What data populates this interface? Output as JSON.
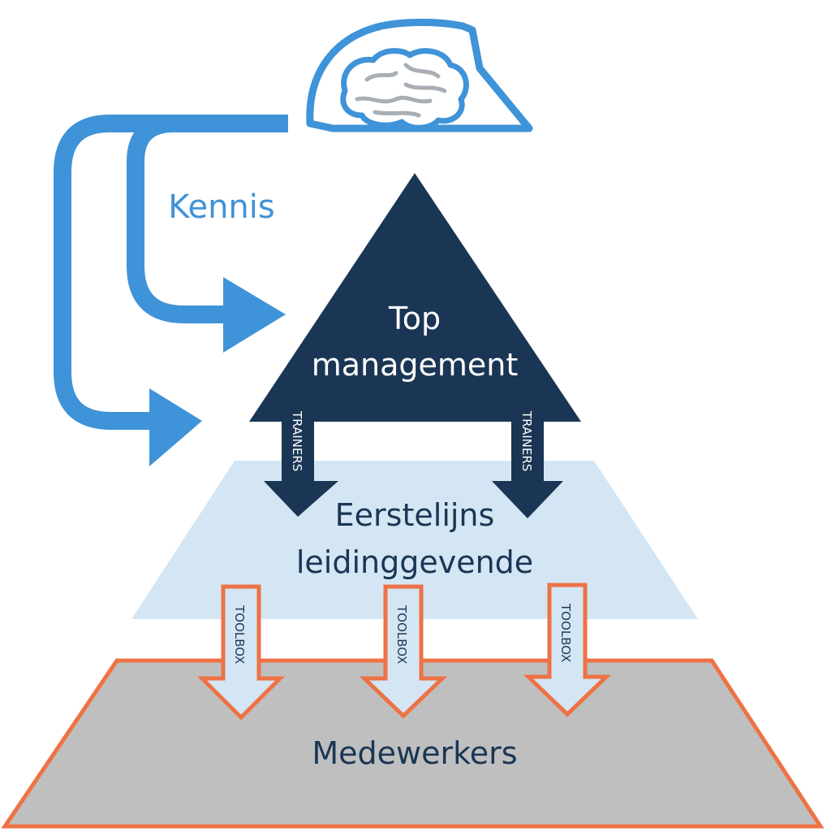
{
  "colors": {
    "kennis_blue": "#3f93d8",
    "top_navy": "#1a3654",
    "middle_lightblue": "#d4e6f3",
    "bottom_gray": "#bfbfbf",
    "toolbox_orange": "#ee7245",
    "brain_gray": "#a8aeb4"
  },
  "knowledge": {
    "label": "Kennis",
    "icon": "brain-helmet-icon"
  },
  "levels": {
    "top": {
      "line1": "Top",
      "line2": "management"
    },
    "middle": {
      "line1": "Eerstelijns",
      "line2": "leidinggevende"
    },
    "bottom": {
      "label": "Medewerkers"
    }
  },
  "trainer_arrows": [
    "TRAINERS",
    "TRAINERS"
  ],
  "toolbox_arrows": [
    "TOOLBOX",
    "TOOLBOX",
    "TOOLBOX"
  ]
}
